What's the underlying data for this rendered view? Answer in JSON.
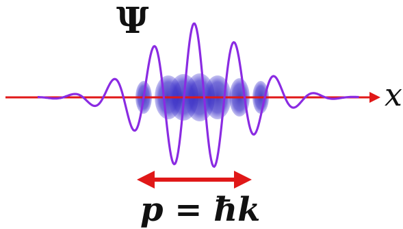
{
  "diagram": {
    "wavefunction_label": "Ψ",
    "axis_label": "x",
    "momentum_formula": "p = ħk",
    "colors": {
      "axis": "#e01818",
      "wave": "#8a2be2",
      "blobs": "#3a2fc8",
      "arrow": "#e01818"
    },
    "icons": {
      "axis_arrowhead": "arrow-right-icon",
      "momentum_arrow": "double-arrow-icon"
    }
  }
}
